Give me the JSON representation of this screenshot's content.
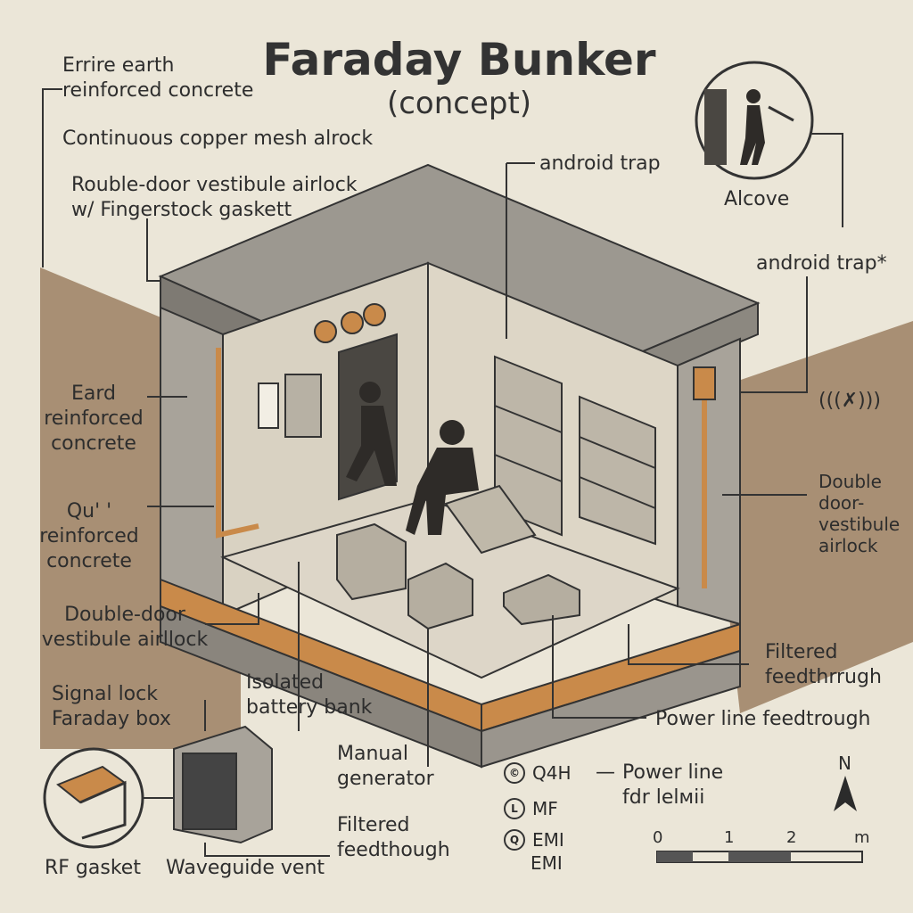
{
  "title": "Faraday Bunker",
  "subtitle": "(concept)",
  "labels": {
    "earth_concrete": "Errire earth\nreinforced concrete",
    "copper_mesh": "Continuous copper mesh alrock",
    "double_door_top": "Rouble-door vestibule airlock\nw/ Fingerstock gaskett",
    "android_trap_top": "android trap",
    "alcove": "Alcove",
    "android_trap_right": "android trap*",
    "eard_concrete": "Eard\nreinforced\nconcrete",
    "qu_concrete": "Qu' '\nreinforced\nconcrete",
    "double_door_right": "Double\ndoor-\nvestibule\nairlock",
    "double_door_bottom": "Double-door\nvestibule airllock",
    "filtered_feed_right": "Filtered\nfeedthrrugh",
    "isolated_battery": "Isolated\nbattery bank",
    "power_feed": "Power line feedtrough",
    "signal_lock": "Signal lock\nFaraday box",
    "manual_gen": "Manual\ngenerator",
    "rf_gasket": "RF gasket",
    "waveguide": "Waveguide vent",
    "filtered_feed_bottom": "Filtered\nfeedthough"
  },
  "legend": {
    "rows": [
      {
        "symbol": "©",
        "code": "Q4H"
      },
      {
        "symbol": "L",
        "code": "MF"
      },
      {
        "symbol": "Q",
        "code": "EMI"
      },
      {
        "symbol": "",
        "code": "EMI"
      }
    ],
    "power_line": "Power line\nfdr lelмii"
  },
  "scale": {
    "ticks": [
      "0",
      "1",
      "2",
      "m"
    ]
  },
  "north": "N",
  "signal_icon": "(((✗)))",
  "colors": {
    "background": "#ebe6d8",
    "earth": "#a88f74",
    "concrete": "#a8a39a",
    "copper": "#c98a4a",
    "floor": "#ddd6c8"
  }
}
